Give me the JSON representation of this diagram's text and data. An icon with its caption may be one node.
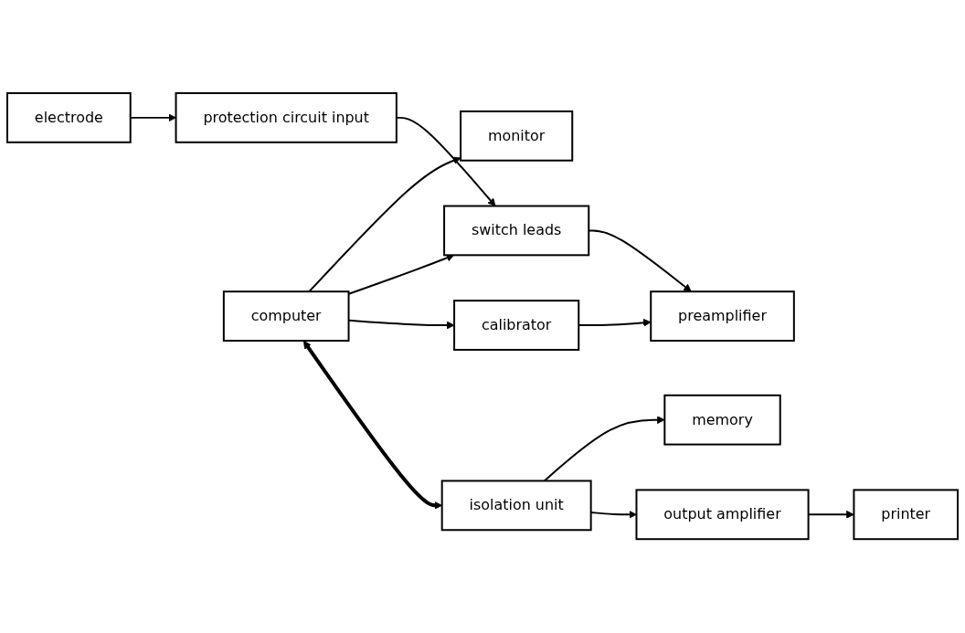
{
  "diagram": {
    "nodes": [
      {
        "text": [
          "electrode"
        ]
      },
      {
        "text": [
          "memory"
        ]
      },
      {
        "text": [
          "protection circuit input"
        ]
      },
      {
        "text": [
          "switch leads"
        ]
      },
      {
        "text": [
          "preamplifier"
        ]
      },
      {
        "text": [
          "isolation unit"
        ]
      },
      {
        "text": [
          "output amplifier"
        ]
      },
      {
        "text": [
          "printer"
        ]
      },
      {
        "text": [
          "calibrator"
        ]
      },
      {
        "text": [
          "monitor"
        ]
      },
      {
        "text": [
          "computer"
        ]
      }
    ],
    "edges": [
      {
        "from": 0,
        "to": 2,
        "arrow": "to"
      },
      {
        "from": 2,
        "to": 3,
        "arrow": "to"
      },
      {
        "from": 3,
        "to": 4,
        "arrow": "to"
      },
      {
        "from": 8,
        "to": 4,
        "arrow": "to"
      },
      {
        "from": 10,
        "to": 5,
        "arrow": "both",
        "style": "thick"
      },
      {
        "from": 5,
        "to": 6,
        "arrow": "to"
      },
      {
        "from": 5,
        "to": 1,
        "arrow": "to"
      },
      {
        "from": 6,
        "to": 7,
        "arrow": "to"
      },
      {
        "from": 10,
        "to": 8,
        "arrow": "to"
      },
      {
        "from": 10,
        "to": 3,
        "arrow": "to"
      },
      {
        "from": 10,
        "to": 9,
        "arrow": "to"
      }
    ]
  }
}
